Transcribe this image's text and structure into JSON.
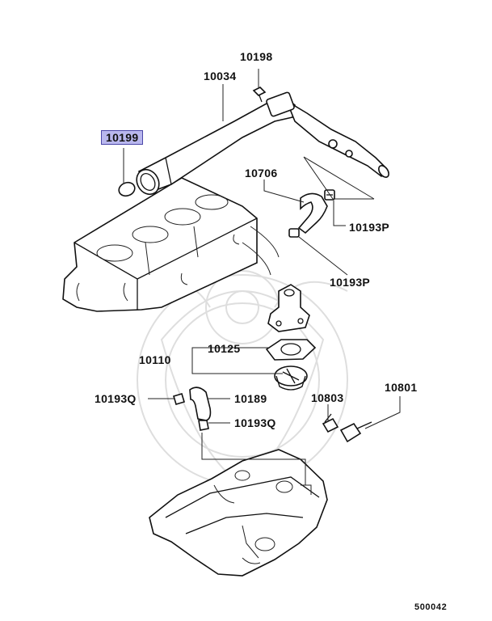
{
  "callouts": {
    "p10198": "10198",
    "p10034": "10034",
    "p10199": "10199",
    "p10706": "10706",
    "p10193P_a": "10193P",
    "p10193P_b": "10193P",
    "p10125": "10125",
    "p10110": "10110",
    "p10193Q_a": "10193Q",
    "p10189": "10189",
    "p10193Q_b": "10193Q",
    "p10803": "10803",
    "p10801": "10801"
  },
  "highlighted_part": "10199",
  "highlight_color": "#b9b7ee",
  "diagram_ref": "500042"
}
